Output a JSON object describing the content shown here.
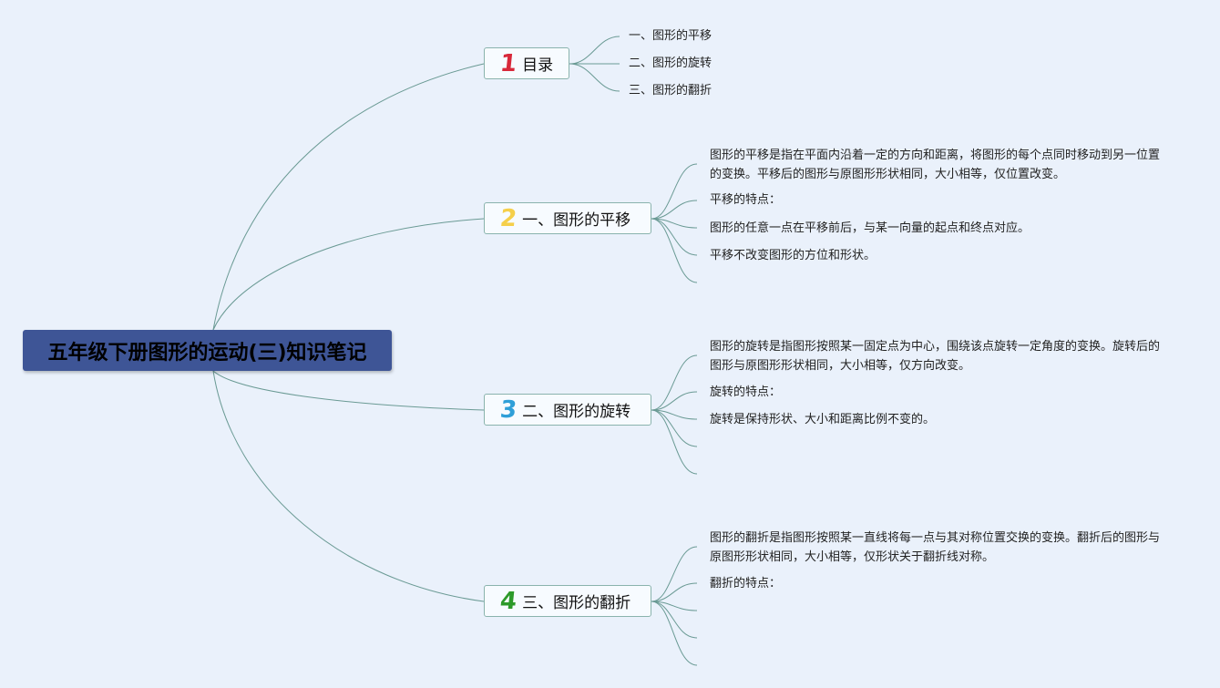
{
  "root": {
    "title": "五年级下册图形的运动(三)知识笔记"
  },
  "branches": [
    {
      "number": "1",
      "number_color": "#d8283a",
      "label": "目录",
      "items": [
        "一、图形的平移",
        "二、图形的旋转",
        "三、图形的翻折"
      ]
    },
    {
      "number": "2",
      "number_color": "#f5cf4a",
      "label": "一、图形的平移",
      "items": [
        "图形的平移是指在平面内沿着一定的方向和距离，将图形的每个点同时移动到另一位置的变换。平移后的图形与原图形形状相同，大小相等，仅位置改变。",
        "平移的特点：",
        "图形的任意一点在平移前后，与某一向量的起点和终点对应。",
        "平移不改变图形的方位和形状。",
        ""
      ]
    },
    {
      "number": "3",
      "number_color": "#2f9fd8",
      "label": "二、图形的旋转",
      "items": [
        "图形的旋转是指图形按照某一固定点为中心，围绕该点旋转一定角度的变换。旋转后的图形与原图形形状相同，大小相等，仅方向改变。",
        "旋转的特点：",
        "旋转是保持形状、大小和距离比例不变的。",
        "",
        ""
      ]
    },
    {
      "number": "4",
      "number_color": "#2d9a2a",
      "label": "三、图形的翻折",
      "items": [
        "图形的翻折是指图形按照某一直线将每一点与其对称位置交换的变换。翻折后的图形与原图形形状相同，大小相等，仅形状关于翻折线对称。",
        "翻折的特点：",
        "",
        "",
        ""
      ]
    }
  ]
}
